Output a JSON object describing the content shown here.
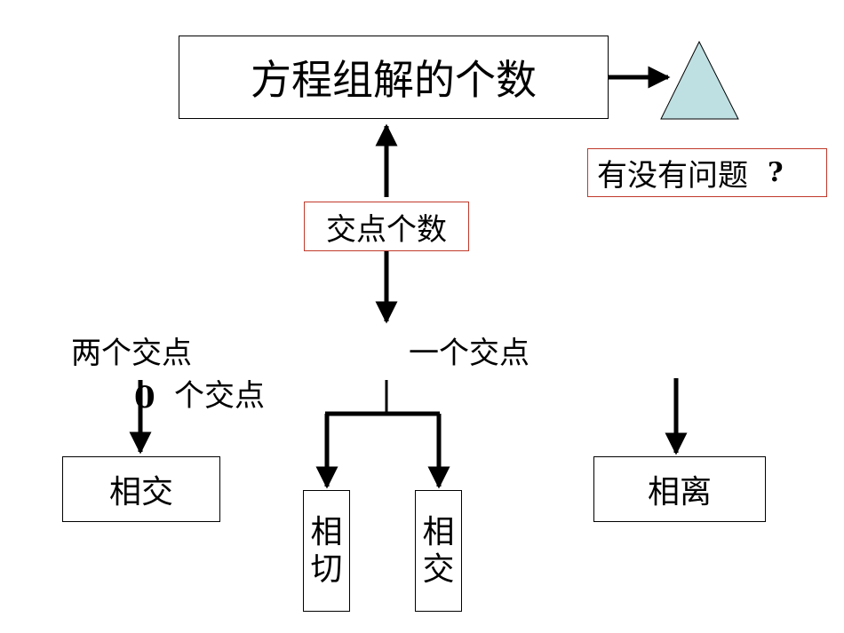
{
  "title": "方程组解的个数",
  "question": {
    "text": "有没有问题",
    "mark": "?"
  },
  "middle_label": "交点个数",
  "branches": {
    "two_points": "两个交点",
    "zero_digit": "0",
    "zero_points": "个交点",
    "one_point": "一个交点"
  },
  "results": {
    "intersect_left": "相交",
    "tangent": [
      "相",
      "切"
    ],
    "intersect_mid": [
      "相",
      "交"
    ],
    "separate": "相离"
  },
  "colors": {
    "triangle_fill": "#bfe0e3",
    "red_border": "#c0392b"
  }
}
